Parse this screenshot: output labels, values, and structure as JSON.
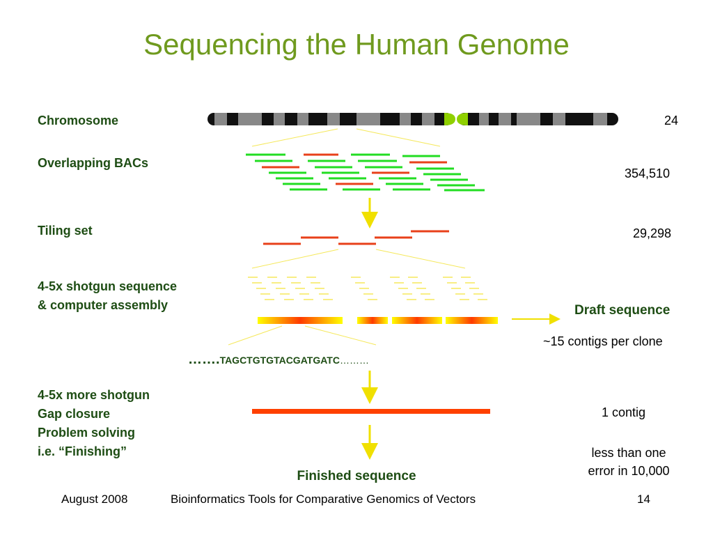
{
  "slide": {
    "title": "Sequencing the Human Genome"
  },
  "stages": {
    "chromosome": {
      "label": "Chromosome",
      "count": "24"
    },
    "bacs": {
      "label": "Overlapping BACs",
      "count": "354,510"
    },
    "tiling": {
      "label": "Tiling set",
      "count": "29,298"
    },
    "shotgun": {
      "line1": "4-5x shotgun sequence",
      "line2": "& computer assembly"
    },
    "finishing": {
      "line1": "4-5x more shotgun",
      "line2": "Gap closure",
      "line3": "Problem solving",
      "line4": "i.e. “Finishing”"
    }
  },
  "draft": {
    "label": "Draft sequence",
    "contigs": "~15 contigs per clone"
  },
  "sequence": {
    "prefix": "…….",
    "bases": "TAGCTGTGTACGATGATC",
    "suffix": "………"
  },
  "finished": {
    "label": "Finished sequence",
    "contig": "1 contig",
    "error_line1": "less than one",
    "error_line2": "error in 10,000"
  },
  "footer": {
    "date": "August 2008",
    "course": "Bioinformatics Tools for Comparative Genomics of Vectors",
    "page": "14"
  },
  "colors": {
    "title": "#6f9a1e",
    "label": "#1e4d14",
    "green_bac": "#22dd22",
    "red_bac": "#e8401a",
    "arrow": "#f0e000",
    "finished_bar": "#ff4000"
  }
}
